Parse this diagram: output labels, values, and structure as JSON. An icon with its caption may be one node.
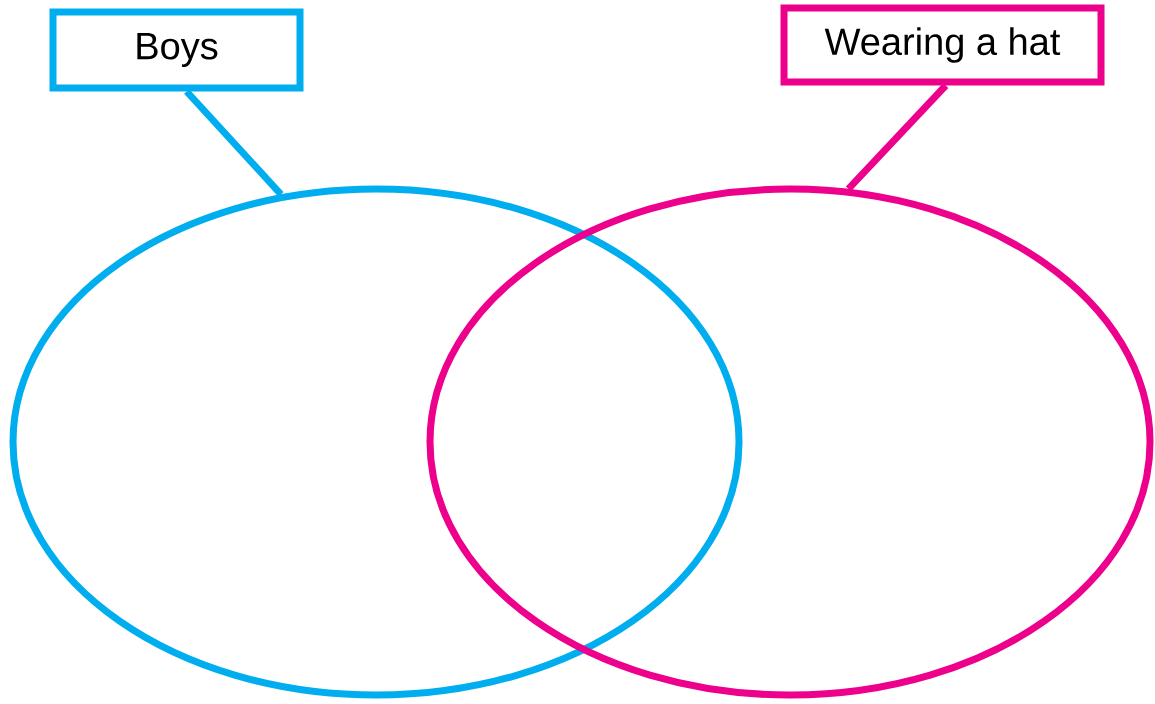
{
  "diagram": {
    "nodes": [
      {
        "text": [
          "Boys"
        ]
      },
      {
        "text": [
          "Wearing a hat"
        ]
      },
      {
        "text": [],
        "shape": "ellipse"
      },
      {
        "text": [],
        "shape": "ellipse"
      }
    ],
    "edges": [
      {
        "from": 0,
        "to": 2,
        "arrow": "none",
        "color": "#00aeef"
      },
      {
        "from": 1,
        "to": 3,
        "arrow": "none",
        "color": "#ec008c"
      }
    ]
  }
}
